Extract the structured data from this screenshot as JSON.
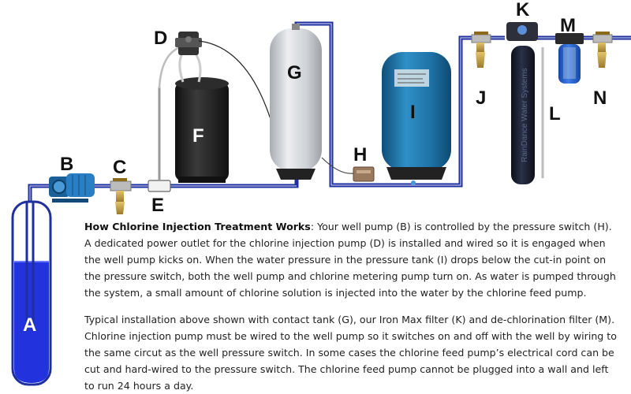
{
  "labels": {
    "a": "A",
    "b": "B",
    "c": "C",
    "d": "D",
    "e": "E",
    "f": "F",
    "g": "G",
    "h": "H",
    "i": "I",
    "j": "J",
    "k": "K",
    "l": "L",
    "m": "M",
    "n": "N"
  },
  "filter_brand": "RainDance Water Systems",
  "paragraphs": {
    "p1_title": "How Chlorine Injection Treatment Works",
    "p1_colon": ":",
    "p1_body": " Your well pump (B) is controlled by the pressure switch (H). A dedicated power outlet for the chlorine injection pump (D) is installed and wired so it is engaged when the well pump kicks on. When the water pressure in the pressure tank (I) drops below the cut-in point on the pressure switch, both the well pump and chlorine metering pump turn on. As water is pumped through the system, a small amount of chlorine solution is injected into the water by the chlorine feed pump.",
    "p2": "Typical installation above shown with contact tank (G), our Iron Max filter (K) and de-chlorination filter (M). Chlorine injection pump must be wired to the well pump so it switches on and off with the well by wiring to the same circut as the well pressure switch. In some cases the chlorine feed pump’s electrical cord can be cut and hard-wired to the pressure switch. The chlorine feed pump cannot be plugged into a wall and left to run 24 hours a day."
  },
  "colors": {
    "pipe": "#1f2fa0",
    "well_water": "#2233dd",
    "pump": "#2a7fc4",
    "pressure_tank": "#1e73a8",
    "contact_tank": "#cfd2d6",
    "chlorine_tank": "#222222",
    "valve": "#c8a24a"
  }
}
